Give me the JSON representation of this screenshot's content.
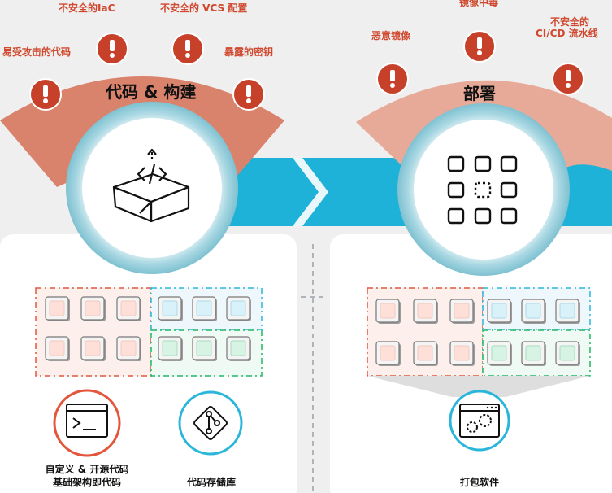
{
  "colors": {
    "risk": "#c7402a",
    "risk_text": "#d0482e",
    "band_left": "#d9826c",
    "band_right": "#e8aa98",
    "flow": "#1eb2d8",
    "circle_ring": "#9fd2dd",
    "dash_red": "#e4563c",
    "dash_blue": "#2ab6da",
    "dash_green": "#21b866"
  },
  "stages": [
    {
      "title": "代码 & 构建",
      "icon": "code-box-icon",
      "risks": [
        "易受攻击的代码",
        "不安全的IaC",
        "不安全的 VCS 配置",
        "暴露的密钥"
      ]
    },
    {
      "title": "部署",
      "icon": "apps-grid-icon",
      "risks": [
        "恶意镜像",
        "镜像中毒",
        "不安全的",
        "CI/CD 流水线"
      ]
    }
  ],
  "bottom": {
    "left_items": [
      {
        "icon": "terminal-icon",
        "label_line1": "自定义 & 开源代码",
        "label_line2": "基础架构即代码"
      },
      {
        "icon": "git-icon",
        "label_line1": "代码存储库"
      }
    ],
    "right_items": [
      {
        "icon": "package-gears-icon",
        "label_line1": "打包软件"
      }
    ]
  }
}
